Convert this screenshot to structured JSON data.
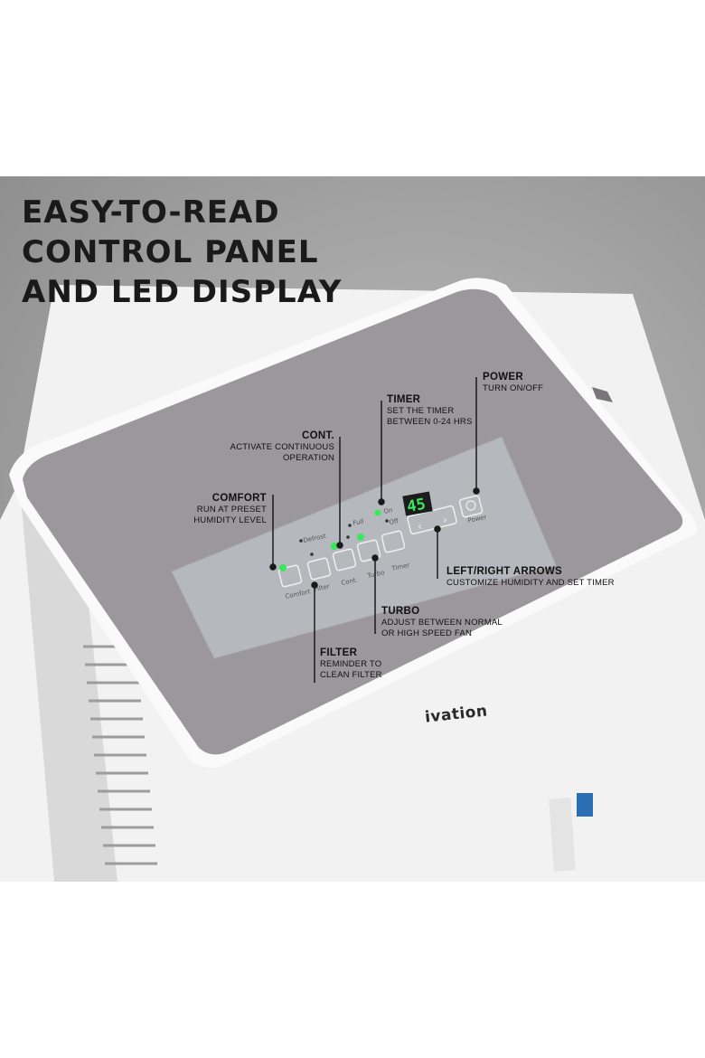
{
  "headline": [
    "EASY-TO-READ",
    "CONTROL PANEL",
    "AND LED DISPLAY"
  ],
  "brand": "ivation",
  "led_display": "45",
  "panel_labels": {
    "comfort": "Comfort",
    "filter": "Filter",
    "cont": "Cont.",
    "turbo": "Turbo",
    "timer": "Timer",
    "power": "Power",
    "defrost": "Defrost",
    "full": "Full",
    "on": "On",
    "off": "Off"
  },
  "callouts": {
    "power": {
      "title": "POWER",
      "desc": [
        "TURN ON/OFF"
      ]
    },
    "timer": {
      "title": "TIMER",
      "desc": [
        "SET THE TIMER",
        "BETWEEN 0-24 HRS"
      ]
    },
    "cont": {
      "title": "CONT.",
      "desc": [
        "ACTIVATE CONTINUOUS",
        "OPERATION"
      ]
    },
    "comfort": {
      "title": "COMFORT",
      "desc": [
        "RUN AT PRESET",
        "HUMIDITY LEVEL"
      ]
    },
    "arrows": {
      "title": "LEFT/RIGHT ARROWS",
      "desc": [
        "CUSTOMIZE HUMIDITY AND SET TIMER"
      ]
    },
    "turbo": {
      "title": "TURBO",
      "desc": [
        "ADJUST BETWEEN NORMAL",
        "OR HIGH SPEED FAN"
      ]
    },
    "filter": {
      "title": "FILTER",
      "desc": [
        "REMINDER TO",
        "CLEAN FILTER"
      ]
    }
  },
  "colors": {
    "background": "#a6a6a6",
    "lid": "#9a949a",
    "panel": "#b3b6bb",
    "indicator_green": "#39e85a",
    "body": "#f4f4f4"
  }
}
